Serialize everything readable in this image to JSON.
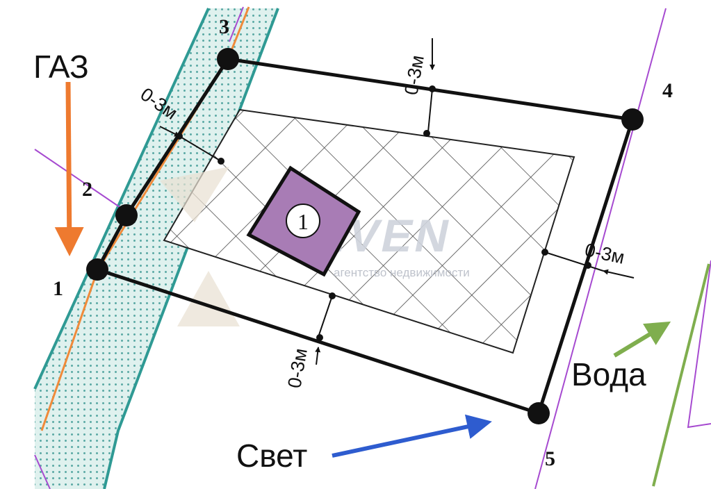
{
  "labels": {
    "gas": "ГАЗ",
    "water": "Вода",
    "power": "Свет"
  },
  "vertices": [
    "1",
    "2",
    "3",
    "4",
    "5"
  ],
  "setbacks": {
    "top": "0-3м",
    "left": "0-3м",
    "right": "0-3м",
    "bottom": "0-3м"
  },
  "building": {
    "number": "1"
  },
  "watermark": {
    "brand": "SEVEN",
    "tagline": "агентство недвижимости"
  },
  "colors": {
    "gas_arrow": "#ee7a2f",
    "power_arrow": "#2e5ccf",
    "water_arrow": "#7fae4e",
    "building_fill": "#a87cb5",
    "gas_pipe": "#f08a3a",
    "easement_stroke": "#2f9a94",
    "easement_dots": "#5aa9a4",
    "power_line": "#a64ad0",
    "water_pipe": "#7fae4e"
  }
}
